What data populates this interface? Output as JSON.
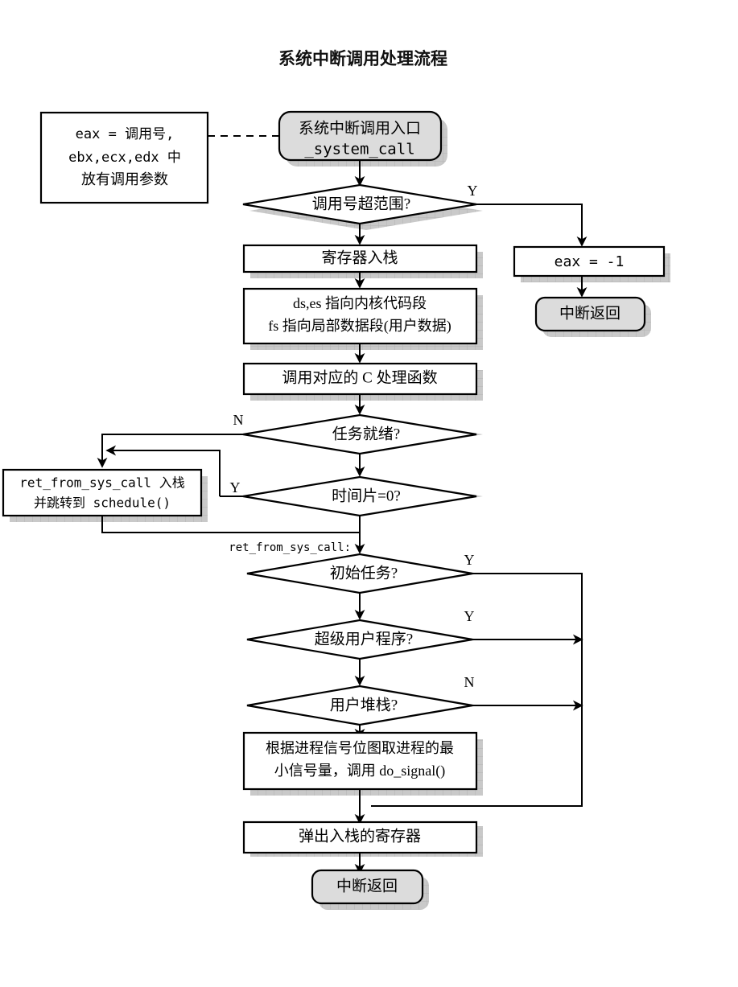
{
  "title": "系统中断调用处理流程",
  "colors": {
    "terminal_fill": "#dcdcdc",
    "process_fill": "#ffffff",
    "stroke": "#000000",
    "shadow": "#c9c9c9"
  },
  "note": {
    "name": "register-note",
    "lines": [
      "eax = 调用号,",
      "ebx,ecx,edx 中",
      "放有调用参数"
    ]
  },
  "nodes": {
    "start": {
      "type": "terminal",
      "lines": [
        "系统中断调用入口",
        "_system_call"
      ]
    },
    "d_range": {
      "type": "decision",
      "text": "调用号超范围?"
    },
    "p_pushregs": {
      "type": "process",
      "text": "寄存器入栈"
    },
    "p_segs": {
      "type": "process",
      "lines": [
        "ds,es 指向内核代码段",
        "fs 指向局部数据段(用户数据)"
      ]
    },
    "p_callc": {
      "type": "process",
      "text": "调用对应的 C 处理函数"
    },
    "d_ready": {
      "type": "decision",
      "text": "任务就绪?"
    },
    "d_slice": {
      "type": "decision",
      "text": "时间片=0?"
    },
    "p_sched": {
      "type": "process",
      "lines": [
        "ret_from_sys_call 入栈",
        "并跳转到 schedule()"
      ]
    },
    "d_inittask": {
      "type": "decision",
      "text": "初始任务?"
    },
    "d_super": {
      "type": "decision",
      "text": "超级用户程序?"
    },
    "d_userstack": {
      "type": "decision",
      "text": "用户堆栈?"
    },
    "p_signal": {
      "type": "process",
      "lines": [
        "根据进程信号位图取进程的最",
        "小信号量，调用 do_signal()"
      ]
    },
    "p_popregs": {
      "type": "process",
      "text": "弹出入栈的寄存器"
    },
    "end_main": {
      "type": "terminal",
      "text": "中断返回"
    },
    "p_eaxm1": {
      "type": "process",
      "text": "eax = -1"
    },
    "end_err": {
      "type": "terminal",
      "text": "中断返回"
    }
  },
  "edge_labels": {
    "range_yes": "Y",
    "ready_no": "N",
    "slice_yes": "Y",
    "inittask_yes": "Y",
    "super_yes": "Y",
    "userstack_no": "N"
  },
  "inline_labels": {
    "ret_from_sys_call": "ret_from_sys_call:"
  }
}
